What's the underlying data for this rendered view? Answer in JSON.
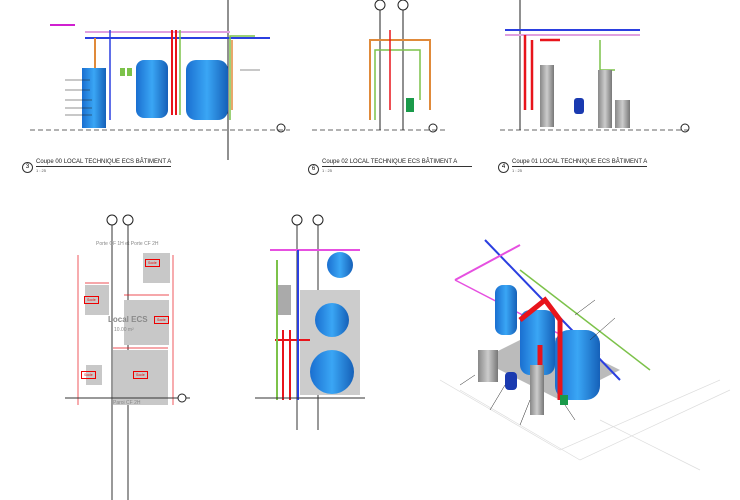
{
  "views": [
    {
      "number": "3",
      "title": "Coupe 00 LOCAL TECHNIQUE ECS BÂTIMENT A",
      "scale": "1 : 25"
    },
    {
      "number": "6",
      "title": "Coupe 02 LOCAL TECHNIQUE ECS BÂTIMENT A",
      "scale": "1 : 25"
    },
    {
      "number": "4",
      "title": "Coupe 01 LOCAL TECHNIQUE ECS BÂTIMENT A",
      "scale": "1 : 25"
    }
  ],
  "plan": {
    "door_label": "Porte CF 1H et Porte CF 2H",
    "room_name": "Local ECS",
    "room_area": "10.00 m²",
    "wall_label": "Paroi CF 2H",
    "socle_label": "Socle"
  },
  "colors": {
    "hot": "#e8141b",
    "cold": "#2b3fe0",
    "return": "#e650e0",
    "green": "#7cc24a",
    "orange": "#e08a3a",
    "tank": "#2f8fe0"
  }
}
